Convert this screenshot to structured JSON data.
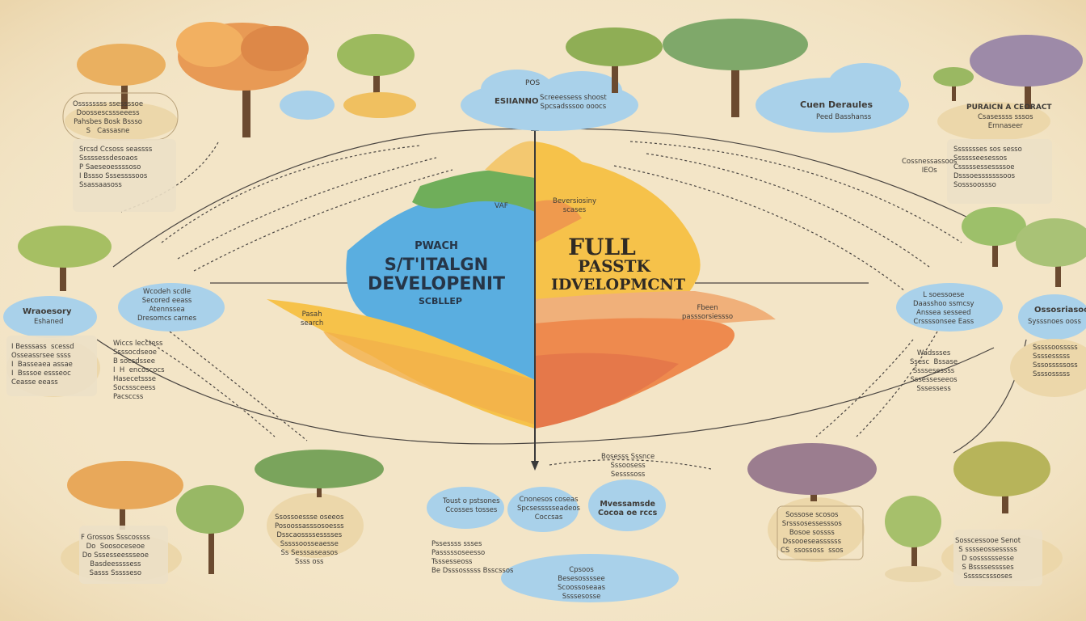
{
  "center": {
    "left_small_top": "PWACH",
    "left_title_line1": "S/T'ITALGN",
    "left_title_line2": "DEVELOPENIT",
    "left_subtitle": "SCBLLEP",
    "right_title_line1": "FULL",
    "right_title_line2": "PASSTK",
    "right_title_line3": "IDVELOPMCNT",
    "left_side_note": "VAF",
    "left_low_note": "Pasah\nsearch",
    "right_top_note": "Beversiosiny\nscases",
    "right_low_note": "Fbeen\npasssorsiessso"
  },
  "top_cloud": {
    "year": "POS",
    "label": "ESIIANNO",
    "sub": "Screeessess shoost\nSpcsadsssoo ooocs"
  },
  "top_right_cloud": {
    "label": "Cuen Deraules",
    "sub": "Peed Basshanss"
  },
  "far_top_right": {
    "label": "PURAICN A CEORACT",
    "sub": "Csasessss sssos\nErnnaseer"
  },
  "left_side_label": {
    "label": "Wraoesory",
    "sub": "Eshaned"
  },
  "right_side_label": {
    "label": "Ossosriasoo",
    "sub": "Sysssnoes ooss"
  },
  "left_mid_cloud": {
    "text": "Wcodeh scdle\nSecored eeass\nAtennssea\nDresomcs carnes"
  },
  "right_mid_cloud": {
    "text": "L soessoese\nDaasshoo ssmcsy\nAnssea sesseed\nCrssssonsee Eass"
  },
  "notes": {
    "top_left_oval": "Ossssssss ssessssoe\nDoossescssseeess\nPahsbes Bosk Bssso\nS   Cassasne",
    "upper_left": "Srcsd Ccsoss seassss\nSssssessdesoaos\nP Saeseoessssoso\nI Bssso Sssessssoos\nSsassaasoss",
    "left_mid": "I Besssass  scessd\nOsseassrsee ssss\nI  Basseaea assae\nI  Bsssoe essseoc\nCeasse eeass",
    "left_center_block": "Wiccs lecctess\nSsssocdseoe\nB socsdssee\nI  H  encoscocs\nHasecetssse\nSocsssceess\nPacsccss",
    "bottom_left": "F Grossos Ssscossss\nDo  Soosoceseoe\nDo Sssesseessseoe\nBasdeessssess\nSasss Ssssseso",
    "bottom_mid_left": "Ssossoessse oseeos\nPosoossasssosoesss\nDsscaossssesssses\nSssssoosseaesse\nSs Sesssaseasos\nSsss oss",
    "bottom_center_a": "Toust o pstsones\nCcosses tosses",
    "bottom_center_b": "Cnonesos coseas\nSpcsessssseadeos\nCoccsas",
    "bottom_center_c": "Mvessamsde\nCocoa oe rccs",
    "bottom_center_low": "Pssessss ssses\nPasssssoseesso\nTsssesseoss\nBe Dsssosssss Bsscssos",
    "bottom_center_bottom": "Cpsoos\nBesesossssee\nScoossoseaas\nSsssesosse",
    "bottom_right_box": "Sossose scosos\nSrsssosessesssos\nBosoe sossss\nDssooeseassssss\nCS  ssossoss  ssos",
    "bottom_right": "Sosscessooe Senot\nS sssseossesssss\nD sossssssesse\nS Bssssesssses\nSsssscsssoses",
    "right_upper": "Ssssssses sos sesso\nSssssseesessos\nCsssssessessssoe\nDsssoesssssssoos\nSosssoossso",
    "right_mid": "Wadssses\nSsesc  Bssase\nSsssesessss\nSssesseseeos\nSssessess",
    "far_right_mid": "Sssssoosssss\nSsssesssss\nSssosssssoss\nSsssosssss",
    "top_right_small": "Cossnessassoos\nIEOs",
    "lower_bottom_center_labels": "Bosesss Sssnce\nSssoosess\nSessssoss"
  },
  "colors": {
    "background": "#f3e5c7",
    "blue_mass": "#5aaee0",
    "yellow_mass": "#f6c24a",
    "orange_mass": "#ee9a4e",
    "green_peak": "#6fae5a",
    "cloud_blue": "#a9d1ea",
    "trunk": "#6b4a2f",
    "axis": "#3a3a3a"
  }
}
